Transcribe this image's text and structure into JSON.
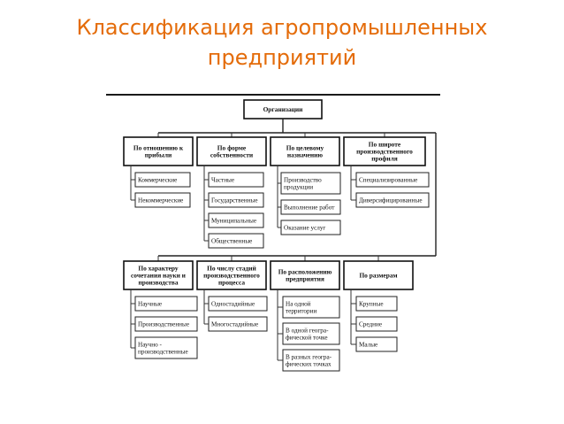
{
  "title": {
    "line1": "Классификация агропромышленных",
    "line2": "предприятий"
  },
  "diagram": {
    "root": "Организации",
    "row1": [
      {
        "label": [
          "По отношению к",
          "прибыли"
        ],
        "items": [
          [
            "Коммерческие"
          ],
          [
            "Некоммерческие"
          ]
        ]
      },
      {
        "label": [
          "По форме",
          "собственности"
        ],
        "items": [
          [
            "Частные"
          ],
          [
            "Государственные"
          ],
          [
            "Муниципальные"
          ],
          [
            "Общественные"
          ]
        ]
      },
      {
        "label": [
          "По целевому",
          "назначению"
        ],
        "items": [
          [
            "Производство",
            "продукции"
          ],
          [
            "Выполнение работ"
          ],
          [
            "Оказание услуг"
          ]
        ]
      },
      {
        "label": [
          "По широте",
          "производственного",
          "профиля"
        ],
        "items": [
          [
            "Специализированные"
          ],
          [
            "Диверсифицированные"
          ]
        ]
      }
    ],
    "row2": [
      {
        "label": [
          "По характеру",
          "сочетания науки и",
          "производства"
        ],
        "items": [
          [
            "Научные"
          ],
          [
            "Производственные"
          ],
          [
            "Научно -",
            "производственные"
          ]
        ]
      },
      {
        "label": [
          "По числу стадий",
          "производственного",
          "процесса"
        ],
        "items": [
          [
            "Одностадийные"
          ],
          [
            "Многостадийные"
          ]
        ]
      },
      {
        "label": [
          "По расположению",
          "предприятия"
        ],
        "items": [
          [
            "На одной",
            "территории"
          ],
          [
            "В одной геогра-",
            "фической точке"
          ],
          [
            "В разных геогра-",
            "фических точках"
          ]
        ]
      },
      {
        "label": [
          "По размерам"
        ],
        "items": [
          [
            "Крупные"
          ],
          [
            "Средние"
          ],
          [
            "Малые"
          ]
        ]
      }
    ]
  }
}
